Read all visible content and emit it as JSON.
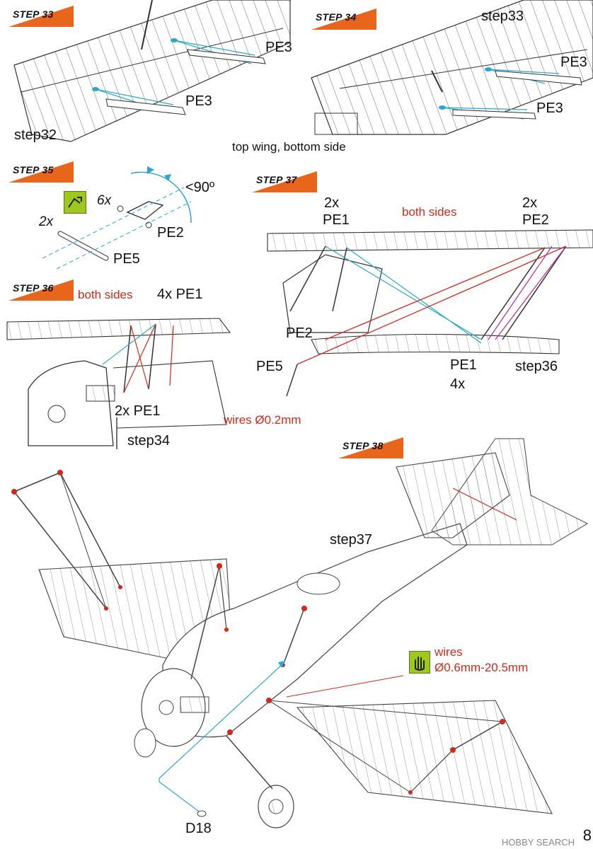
{
  "steps": {
    "s33": "STEP 33",
    "s34": "STEP 34",
    "s35": "STEP 35",
    "s36": "STEP 36",
    "s37": "STEP 37",
    "s38": "STEP 38"
  },
  "step33": {
    "pe3_a": "PE3",
    "pe3_b": "PE3",
    "ref": "step32"
  },
  "step34": {
    "ref": "step33",
    "pe3_a": "PE3",
    "pe3_b": "PE3"
  },
  "caption_wing": "top wing, bottom side",
  "step35": {
    "qty_pe2": "6x",
    "qty_pe5": "2x",
    "pe2": "PE2",
    "pe5": "PE5",
    "angle": "<90º"
  },
  "step36": {
    "both_sides": "both sides",
    "qty_pe1_top": "4x PE1",
    "qty_pe1_bottom": "2x PE1",
    "ref": "step34"
  },
  "wires_02": "wires Ø0.2mm",
  "step37": {
    "pe1_qty": "2x",
    "pe1": "PE1",
    "both_sides": "both sides",
    "pe2_qty": "2x",
    "pe2": "PE2",
    "pe2_left": "PE2",
    "pe5": "PE5",
    "pe1_bottom": "PE1",
    "pe1_bottom_qty": "4x",
    "ref": "step36"
  },
  "step38": {
    "ref": "step37",
    "wires_label": "wires",
    "wires_spec": "Ø0.6mm-20.5mm",
    "d18": "D18"
  },
  "footer": {
    "watermark": "HOBBY SEARCH",
    "page": "8"
  },
  "colors": {
    "accent_orange": "#e8661c",
    "wire_blue": "#2aa7cf",
    "wire_red": "#d22a1a",
    "wire_magenta": "#c0249a",
    "icon_green": "#9ec820"
  }
}
